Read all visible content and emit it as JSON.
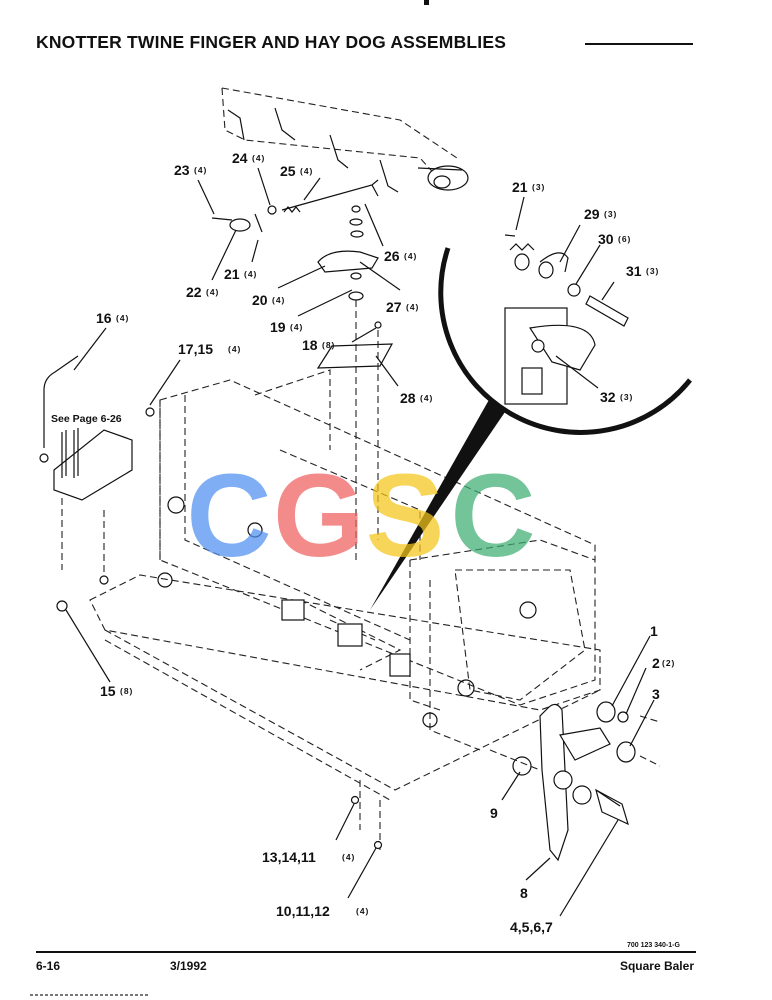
{
  "page": {
    "title": "KNOTTER TWINE FINGER AND HAY DOG ASSEMBLIES",
    "see_page_note": "See Page 6-26",
    "footer": {
      "page_number": "6-16",
      "date": "3/1992",
      "product": "Square Baler",
      "drawing_ref": "700 123 340-1-G"
    },
    "watermark": {
      "letters": [
        "C",
        "G",
        "S",
        "C"
      ],
      "colors": [
        "#4f8ff0",
        "#ef5f5f",
        "#f5c518",
        "#3fae72"
      ]
    }
  },
  "callouts": [
    {
      "num": "23",
      "qty": "(4)"
    },
    {
      "num": "24",
      "qty": "(4)"
    },
    {
      "num": "25",
      "qty": "(4)"
    },
    {
      "num": "26",
      "qty": "(4)"
    },
    {
      "num": "21",
      "qty": "(4)"
    },
    {
      "num": "22",
      "qty": "(4)"
    },
    {
      "num": "20",
      "qty": "(4)"
    },
    {
      "num": "27",
      "qty": "(4)"
    },
    {
      "num": "19",
      "qty": "(4)"
    },
    {
      "num": "18",
      "qty": "(8)"
    },
    {
      "num": "28",
      "qty": "(4)"
    },
    {
      "num": "16",
      "qty": "(4)"
    },
    {
      "num": "17,15",
      "qty": "(4)"
    },
    {
      "num": "15",
      "qty": "(8)"
    },
    {
      "num": "21",
      "qty": "(3)"
    },
    {
      "num": "29",
      "qty": "(3)"
    },
    {
      "num": "30",
      "qty": "(6)"
    },
    {
      "num": "31",
      "qty": "(3)"
    },
    {
      "num": "32",
      "qty": "(3)"
    },
    {
      "num": "1",
      "qty": ""
    },
    {
      "num": "2",
      "qty": "(2)"
    },
    {
      "num": "3",
      "qty": ""
    },
    {
      "num": "9",
      "qty": ""
    },
    {
      "num": "8",
      "qty": ""
    },
    {
      "num": "4,5,6,7",
      "qty": ""
    },
    {
      "num": "13,14,11",
      "qty": "(4)"
    },
    {
      "num": "10,11,12",
      "qty": "(4)"
    }
  ]
}
